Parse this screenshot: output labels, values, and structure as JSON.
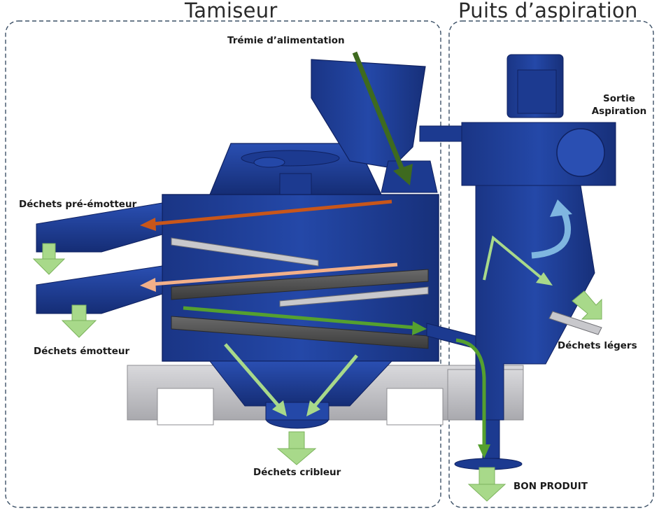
{
  "sections": {
    "sieve": "Tamiseur",
    "suction_well": "Puits d’aspiration"
  },
  "labels": {
    "feed_hopper": "Trémie d’alimentation",
    "suction_outlet_line1": "Sortie",
    "suction_outlet_line2": "Aspiration",
    "pre_debearder_waste": "Déchets pré-émotteur",
    "debearder_waste": "Déchets émotteur",
    "light_waste": "Déchets légers",
    "screener_waste": "Déchets cribleur",
    "good_product": "BON PRODUIT"
  },
  "colors": {
    "machine_blue": "#1f3f9a",
    "machine_dark": "#142a6e",
    "frame_grey": "#c9c9cc",
    "arrow_dark_green": "#3e6a1f",
    "arrow_light_green": "#a8d98a",
    "arrow_orange": "#c8561a",
    "arrow_peach": "#f2b089",
    "arrow_mid_green": "#55a02f",
    "arrow_cyan": "#7fb6e0",
    "dash_border": "#3c5066"
  }
}
